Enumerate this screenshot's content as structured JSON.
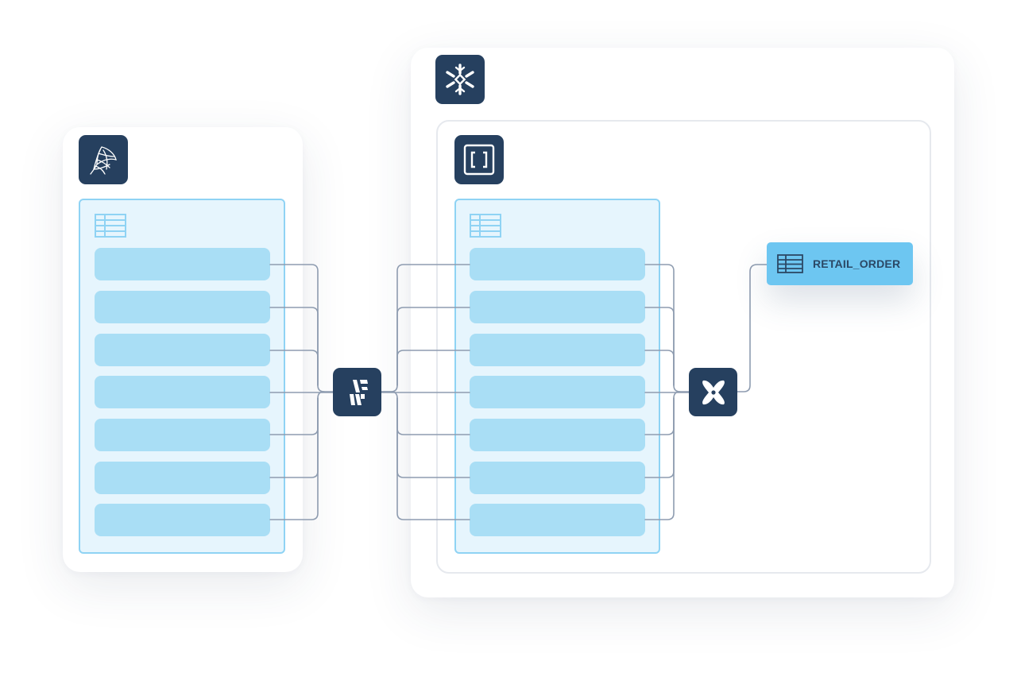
{
  "diagram": {
    "source": {
      "logo_icon": "sql-server-icon",
      "table_icon": "table-icon",
      "row_count": 7
    },
    "connector": {
      "icon": "fivetran-icon"
    },
    "warehouse": {
      "logo_icon": "snowflake-icon",
      "schema_icon": "bracket-icon",
      "table_icon": "table-icon",
      "row_count": 7
    },
    "transform": {
      "icon": "dbt-icon"
    },
    "output": {
      "table_icon": "table-icon",
      "label": "RETAIL_ORDER"
    },
    "colors": {
      "tile": "#26405f",
      "panel_fill": "#e6f5fd",
      "panel_border": "#8fd3f4",
      "row_fill": "#a9def5",
      "line": "#8e9cb0",
      "output_fill": "#6dc6f1"
    }
  }
}
